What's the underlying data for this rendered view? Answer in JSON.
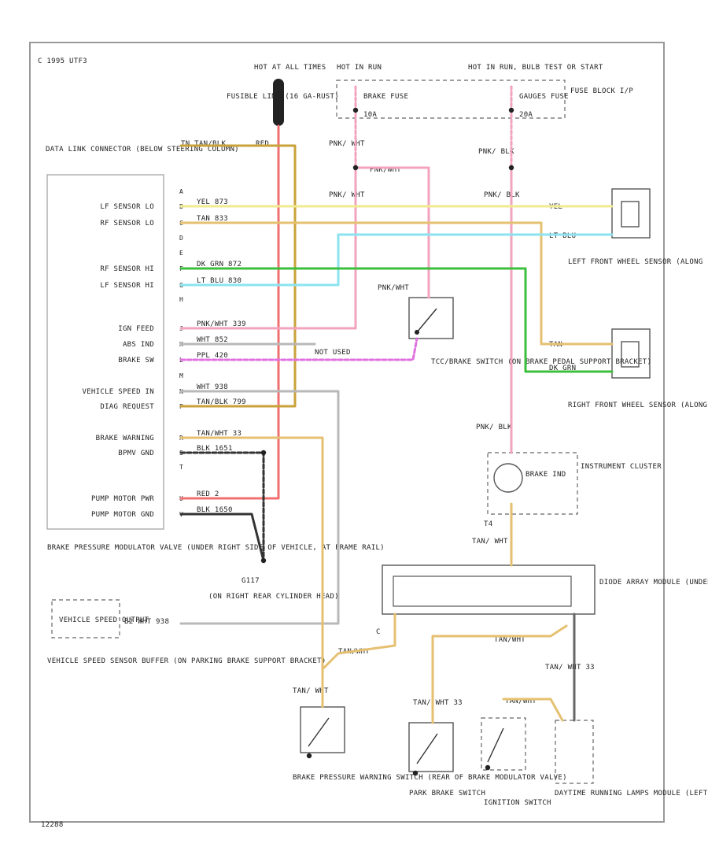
{
  "diagram": {
    "corner_label": "C 1995 UTF3",
    "footer_id": "12288",
    "colors": {
      "red": "#f07070",
      "pink": "#f3a3bd",
      "yellow": "#f0ea90",
      "tan": "#e5c070",
      "green": "#3cbf3c",
      "cyan": "#8be3f0",
      "magenta": "#e070e0",
      "gray": "#b8b8b8",
      "black": "#333333"
    },
    "power": {
      "hot_all": "HOT AT ALL TIMES",
      "fusible_link": "FUSIBLE LINK (16 GA-RUST)",
      "hot_run": "HOT IN RUN",
      "brake_fuse": "BRAKE FUSE",
      "brake_fuse_amp": "10A",
      "hot_bulb": "HOT IN RUN, BULB TEST OR START",
      "gauges_fuse": "GAUGES FUSE",
      "gauges_fuse_amp": "20A",
      "fuse_block": "FUSE BLOCK I/P",
      "pnk_wht": "PNK/ WHT",
      "pnk_blk": "PNK/ BLK",
      "pnk_wht_wire": "PNK/WHT",
      "pnk_wht2": "PNK/ WHT",
      "pnk_blk2": "PNK/ BLK",
      "red_wire": "RED"
    },
    "dlc": {
      "title": "DATA LINK CONNECTOR (BELOW STEERING COLUMN)",
      "tn_wire": "TN TAN/BLK",
      "rows": [
        {
          "pin": "A",
          "label": "",
          "wire": ""
        },
        {
          "pin": "B",
          "label": "LF SENSOR LO",
          "wire": "YEL 873"
        },
        {
          "pin": "C",
          "label": "RF SENSOR LO",
          "wire": "TAN 833"
        },
        {
          "pin": "D",
          "label": "",
          "wire": ""
        },
        {
          "pin": "E",
          "label": "",
          "wire": ""
        },
        {
          "pin": "F",
          "label": "RF SENSOR HI",
          "wire": "DK GRN 872"
        },
        {
          "pin": "G",
          "label": "LF SENSOR HI",
          "wire": "LT BLU 830"
        },
        {
          "pin": "H",
          "label": "",
          "wire": ""
        },
        {
          "pin": "J",
          "label": "IGN FEED",
          "wire": "PNK/WHT 339"
        },
        {
          "pin": "K",
          "label": "ABS IND",
          "wire": "WHT 852"
        },
        {
          "pin": "L",
          "label": "BRAKE SW",
          "wire": "PPL 420"
        },
        {
          "pin": "M",
          "label": "",
          "wire": ""
        },
        {
          "pin": "N",
          "label": "VEHICLE SPEED IN",
          "wire": "WHT 938"
        },
        {
          "pin": "P",
          "label": "DIAG REQUEST",
          "wire": "TAN/BLK 799"
        },
        {
          "pin": "R",
          "label": "BRAKE WARNING",
          "wire": "TAN/WHT 33"
        },
        {
          "pin": "S",
          "label": "BPMV GND",
          "wire": "BLK 1651"
        },
        {
          "pin": "T",
          "label": "",
          "wire": ""
        },
        {
          "pin": "U",
          "label": "PUMP MOTOR PWR",
          "wire": "RED 2"
        },
        {
          "pin": "V",
          "label": "PUMP MOTOR GND",
          "wire": "BLK 1650"
        }
      ]
    },
    "bpmv": "BRAKE PRESSURE MODULATOR VALVE (UNDER RIGHT SIDE OF VEHICLE, AT FRAME RAIL)",
    "g117": "G117",
    "g117_loc": "(ON RIGHT REAR CYLINDER HEAD)",
    "vss_buffer": "VEHICLE SPEED OUTPUT",
    "vss_wire": "B2 WHT 938",
    "vss_desc": "VEHICLE SPEED SENSOR BUFFER (ON PARKING BRAKE SUPPORT BRACKET)",
    "not_used": "NOT USED",
    "stoplamp": "PNK/WHT",
    "tcc_switch": "TCC/BRAKE SWITCH (ON BRAKE PEDAL SUPPORT BRACKET)",
    "lf_wire_yel": "YEL",
    "lf_wire_blu": "LT BLU",
    "rf_wire_tan": "TAN",
    "rf_wire_grn": "DK GRN",
    "lf_sensor": "LEFT FRONT WHEEL SENSOR (ALONG FRAME RAIL, NEAR LEFT FRONT WHEEL)",
    "rf_sensor": "RIGHT FRONT WHEEL SENSOR (ALONG FRAME RAIL, NEAR RIGHT FRONT WHEEL)",
    "cluster": "INSTRUMENT CLUSTER",
    "brake_ind": "BRAKE IND",
    "cluster_pnk": "PNK/ BLK",
    "cluster_out": "TAN/ WHT",
    "cluster_pin": "T4",
    "diode": "DIODE ARRAY MODULE (UNDER LEFT SIDE OF I/P)",
    "tan_wht": "TAN/WHT",
    "tan_wht2": "TAN/WHT",
    "tan33": "TAN/ WHT 33",
    "tan_pin_c": "C",
    "brake_switch_wire": "TAN/ WHT",
    "park_switch_wire": "TAN/ WHT 33",
    "brake_switch": "BRAKE PRESSURE WARNING SWITCH (REAR OF BRAKE MODULATOR VALVE)",
    "park_switch": "PARK BRAKE SWITCH",
    "ign_switch": "IGNITION SWITCH",
    "drl": "DAYTIME RUNNING LAMPS MODULE (LEFT SIDE OF I/P)",
    "tan_wht3": "TAN/WHT"
  }
}
